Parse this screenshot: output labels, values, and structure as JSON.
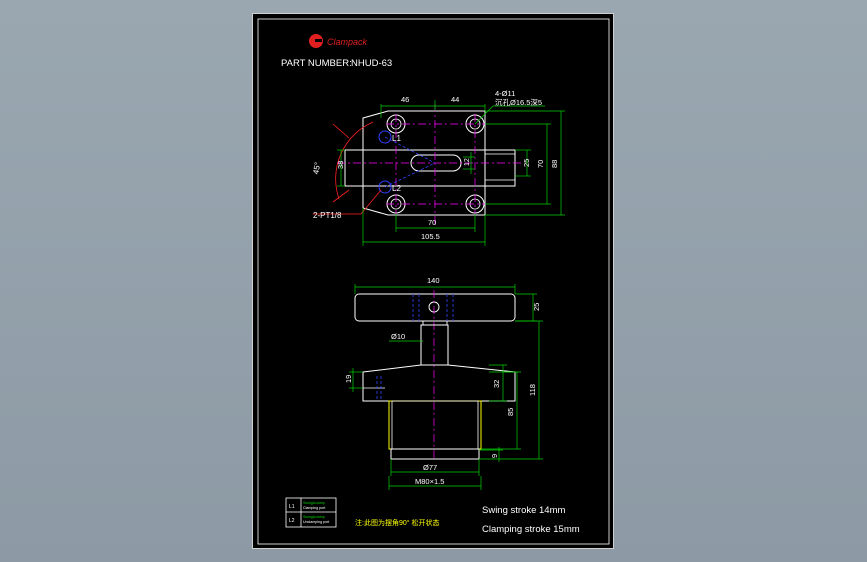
{
  "drawing": {
    "logo_text": "Clampack",
    "part_label": "PART NUMBER:",
    "part_number": "NHUD-63",
    "top_view": {
      "dim_46": "46",
      "dim_44": "44",
      "hole_note_1": "4-Ø11",
      "hole_note_2": "沉孔Ø16.5深5",
      "label_l1": "L1",
      "label_l2": "L2",
      "dim_38": "38",
      "dim_12": "12",
      "dim_25": "25",
      "dim_70_v": "70",
      "dim_88": "88",
      "dim_45deg": "45°",
      "port_note": "2-PT1/8",
      "dim_70_h": "70",
      "dim_105_5": "105.5"
    },
    "side_view": {
      "dim_140": "140",
      "dim_25": "25",
      "dim_phi10": "Ø10",
      "dim_19": "19",
      "dim_32": "32",
      "dim_85": "85",
      "dim_118": "118",
      "dim_9": "9",
      "dim_phi77": "Ø77",
      "dim_m80": "M80×1.5"
    },
    "legend": {
      "l1_code": "L1",
      "l1_text_a": "Swing&clamp",
      "l1_text_b": "Clamping port",
      "l2_code": "L2",
      "l2_text_a": "Swing&clamp",
      "l2_text_b": "Unclamping port"
    },
    "note_cn": "注:此图为摆角90° 松开状态",
    "swing_stroke": "Swing stroke 14mm",
    "clamping_stroke": "Clamping stroke 15mm",
    "colors": {
      "background": "#8d9aa5",
      "sheet": "#000000",
      "outline": "#ffffff",
      "dimension": "#00d000",
      "dim_text": "#ffffff",
      "center_line": "#ff00ff",
      "leader": "#ff2020",
      "hidden": "#3040ff",
      "thread": "#ffff00"
    }
  }
}
